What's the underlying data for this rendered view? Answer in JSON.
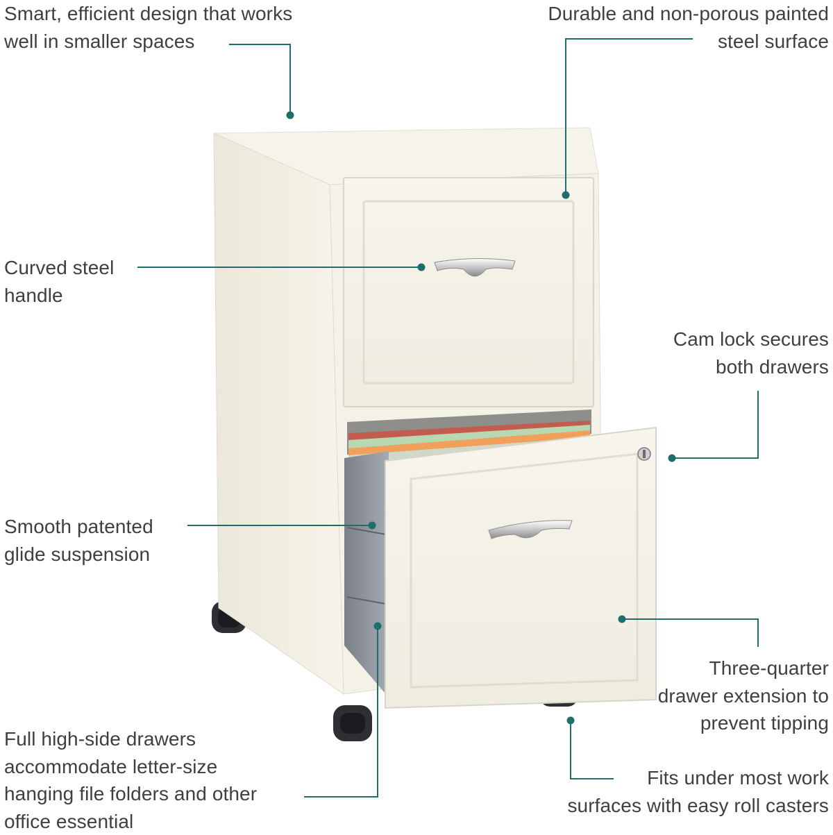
{
  "colors": {
    "accent": "#1e6f6b",
    "text": "#3f3f3f",
    "cabinet": "#f2efe2",
    "cabinet_shadow": "#dedbcf"
  },
  "callouts": {
    "design": {
      "lines": [
        "Smart, efficient design that works",
        "well in smaller spaces"
      ]
    },
    "surface": {
      "lines": [
        "Durable and non-porous painted",
        "steel surface"
      ]
    },
    "handle": {
      "lines": [
        "Curved steel",
        "handle"
      ]
    },
    "lock": {
      "lines": [
        "Cam lock secures",
        "both drawers"
      ]
    },
    "glide": {
      "lines": [
        "Smooth patented",
        "glide suspension"
      ]
    },
    "extension": {
      "lines": [
        "Three-quarter",
        "drawer extension to",
        "prevent tipping"
      ]
    },
    "drawers": {
      "lines": [
        "Full high-side drawers",
        "accommodate letter-size",
        "hanging file folders and other",
        "office essential"
      ]
    },
    "casters": {
      "lines": [
        "Fits under most work",
        "surfaces with easy roll casters"
      ]
    }
  }
}
